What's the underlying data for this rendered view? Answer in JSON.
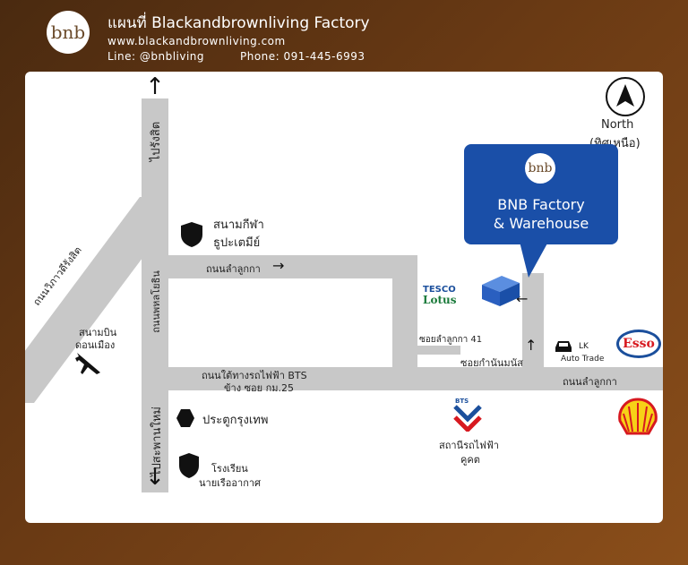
{
  "header": {
    "logo_text": "bnb",
    "title": "แผนที่  Blackandbrownliving Factory",
    "website": "www.blackandbrownliving.com",
    "line": "Line: @bnbliving",
    "phone": "Phone: 091-445-6993"
  },
  "map": {
    "north_label": "North",
    "north_label_th": "(ทิศเหนือ)",
    "callout": {
      "line1": "BNB Factory",
      "line2": "& Warehouse",
      "logo_text": "bnb"
    },
    "roads": {
      "to_rangsit": "ไปรังสิต",
      "vibhavadi": "ถนนวิภาวดีรังสิต",
      "phahonyothin": "ถนนพหลโยธิน",
      "to_saphan_mai": "ไปสะพานใหม่",
      "lam_luk_ka_top": "ถนนลำลูกกา",
      "bts_line": "ถนนใต้ทางรถไฟฟ้า BTS",
      "bts_line_2": "ข้าง ซอย กม.25",
      "soi_41": "ซอยลำลูกกา 41",
      "soi_kamnan": "ซอยกำนันมนัส",
      "lam_luk_ka_right": "ถนนลำลูกกา"
    },
    "landmarks": {
      "stadium_line1": "สนามกีฬา",
      "stadium_line2": "ธูปะเตมีย์",
      "airport_line1": "สนามบิน",
      "airport_line2": "ดอนเมือง",
      "gate": "ประตูกรุงเทพ",
      "school_line1": "โรงเรียน",
      "school_line2": "นายเรืออากาศ",
      "tesco_line1": "TESCO",
      "tesco_line2": "Lotus",
      "lk_line1": "LK",
      "lk_line2": "Auto Trade",
      "esso": "Esso",
      "bts_logo": "BTS",
      "bts_station_line1": "สถานีรถไฟฟ้า",
      "bts_station_line2": "คูคต"
    }
  },
  "colors": {
    "background": "#6a3a14",
    "road": "#c8c8c8",
    "callout": "#1a4fa8",
    "esso_red": "#d71920",
    "shell_yellow": "#f7d117",
    "tesco_blue": "#1b4f9c",
    "tesco_red": "#e31837"
  }
}
